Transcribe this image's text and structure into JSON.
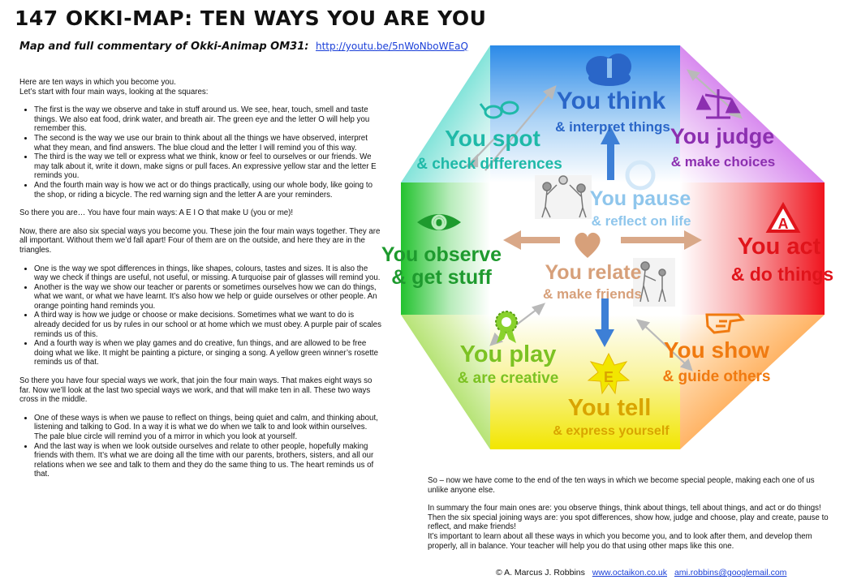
{
  "header": {
    "title": "147 OKKI-MAP: TEN WAYS YOU ARE YOU",
    "subtitle": "Map and full commentary of Okki-Animap OM31:",
    "video_link": "http://youtu.be/5nWoNboWEaQ"
  },
  "left_text": {
    "intro": "Here are ten ways in which you become you.",
    "intro2": "Let’s start with four main ways, looking at the squares:",
    "main_ways": [
      "The first is the way we observe and take in stuff around us. We see, hear, touch, smell and taste things. We also eat food, drink water, and breath air. The green eye and the letter O will help you remember this.",
      "The second is the way we use our brain to think about all the things we have observed, interpret what they mean, and find answers. The blue cloud and the letter I will remind you of this way.",
      "The third is the way we tell or express what we think, know or feel to ourselves or our friends. We may talk about it, write it down, make signs or pull faces. An expressive yellow star and the letter E reminds you.",
      "And the fourth main way is how we act or do things practically, using our whole body, like going to the shop, or riding a bicycle. The red warning sign and the letter A are your reminders."
    ],
    "summary1": "So there you are… You have four main ways: A E I O that make U (you or me)!",
    "special_intro": "Now, there are also six special ways you become you. These join the four main ways together. They are all important. Without them we’d fall apart! Four of them are on the outside, and here they are in the triangles.",
    "special_ways": [
      "One is the way we spot differences in things, like shapes, colours, tastes and sizes. It is also the way we check if things are useful, not useful, or missing. A turquoise pair of glasses will remind you.",
      "Another is the way we show our teacher or parents or sometimes ourselves how we can do things, what we want, or what we have learnt. It’s also how we help or guide ourselves or other people. An orange pointing hand reminds you.",
      "A third way is how we judge or choose or make decisions. Sometimes what we want to do is already decided for us by rules in our school or at home which we must obey. A purple pair of scales reminds us of this.",
      "And a fourth way is when we play games and do creative, fun things, and are allowed to be free doing what we like. It might be painting a picture, or singing a song. A yellow green winner’s rosette reminds us of that."
    ],
    "summary2": "So there you have four special ways we work, that join the four main ways. That makes eight ways so far. Now we’ll look at the last two special ways we work, and that will make ten in all. These two ways cross in the middle.",
    "middle_ways": [
      "One of these ways is when we pause to reflect on things, being quiet and calm, and thinking about, listening and talking to God. In a way it is what we do when we talk to and look within ourselves. The pale blue circle will remind you of a mirror in which you look at yourself.",
      "And the last way is when we look outside ourselves and relate to other people, hopefully making friends with them. It’s what we are doing all the time with our parents, brothers, sisters, and all our relations when we see and talk to them and they do the same thing to us. The heart reminds us of that."
    ]
  },
  "right_text": {
    "p1": "So – now we have come to the end of the ten ways in which we become special people, making each one of us unlike anyone else.",
    "p2": "In summary the four main ones are: you observe things, think about things, tell about things, and act or do things! Then the six special joining ways are: you spot differences, show how, judge and choose, play and create, pause to reflect, and make friends!",
    "p3": "It’s important to learn about all these ways in which you become you, and to look after them, and develop them properly, all in balance. Your teacher will help you do that using other maps like this one."
  },
  "footer": {
    "copyright": "© A. Marcus J. Robbins",
    "site": "www.octaikon.co.uk",
    "email": "ami.robbins@googlemail.com"
  },
  "diagram": {
    "think": {
      "title": "You think",
      "sub": "& interpret things",
      "letter": "I",
      "color": "#2a66c8"
    },
    "judge": {
      "title": "You judge",
      "sub": "& make choices",
      "color": "#8c2fb0"
    },
    "act": {
      "title": "You act",
      "sub": "& do things",
      "letter": "A",
      "color": "#e0141b"
    },
    "show": {
      "title": "You show",
      "sub": "& guide others",
      "color": "#f07a10"
    },
    "tell": {
      "title": "You tell",
      "sub": "& express yourself",
      "letter": "E",
      "color": "#d9a400"
    },
    "play": {
      "title": "You play",
      "sub": "& are creative",
      "color": "#7cc223"
    },
    "observe": {
      "title": "You observe",
      "sub": "& get stuff",
      "letter": "O",
      "color": "#1e9a2e"
    },
    "spot": {
      "title": "You spot",
      "sub": "& check differences",
      "color": "#1fb9a8"
    },
    "pause": {
      "title": "You pause",
      "sub": "& reflect on life",
      "color": "#8fc6ec"
    },
    "relate": {
      "title": "You relate",
      "sub": "& make friends",
      "color": "#d7a07a"
    }
  }
}
